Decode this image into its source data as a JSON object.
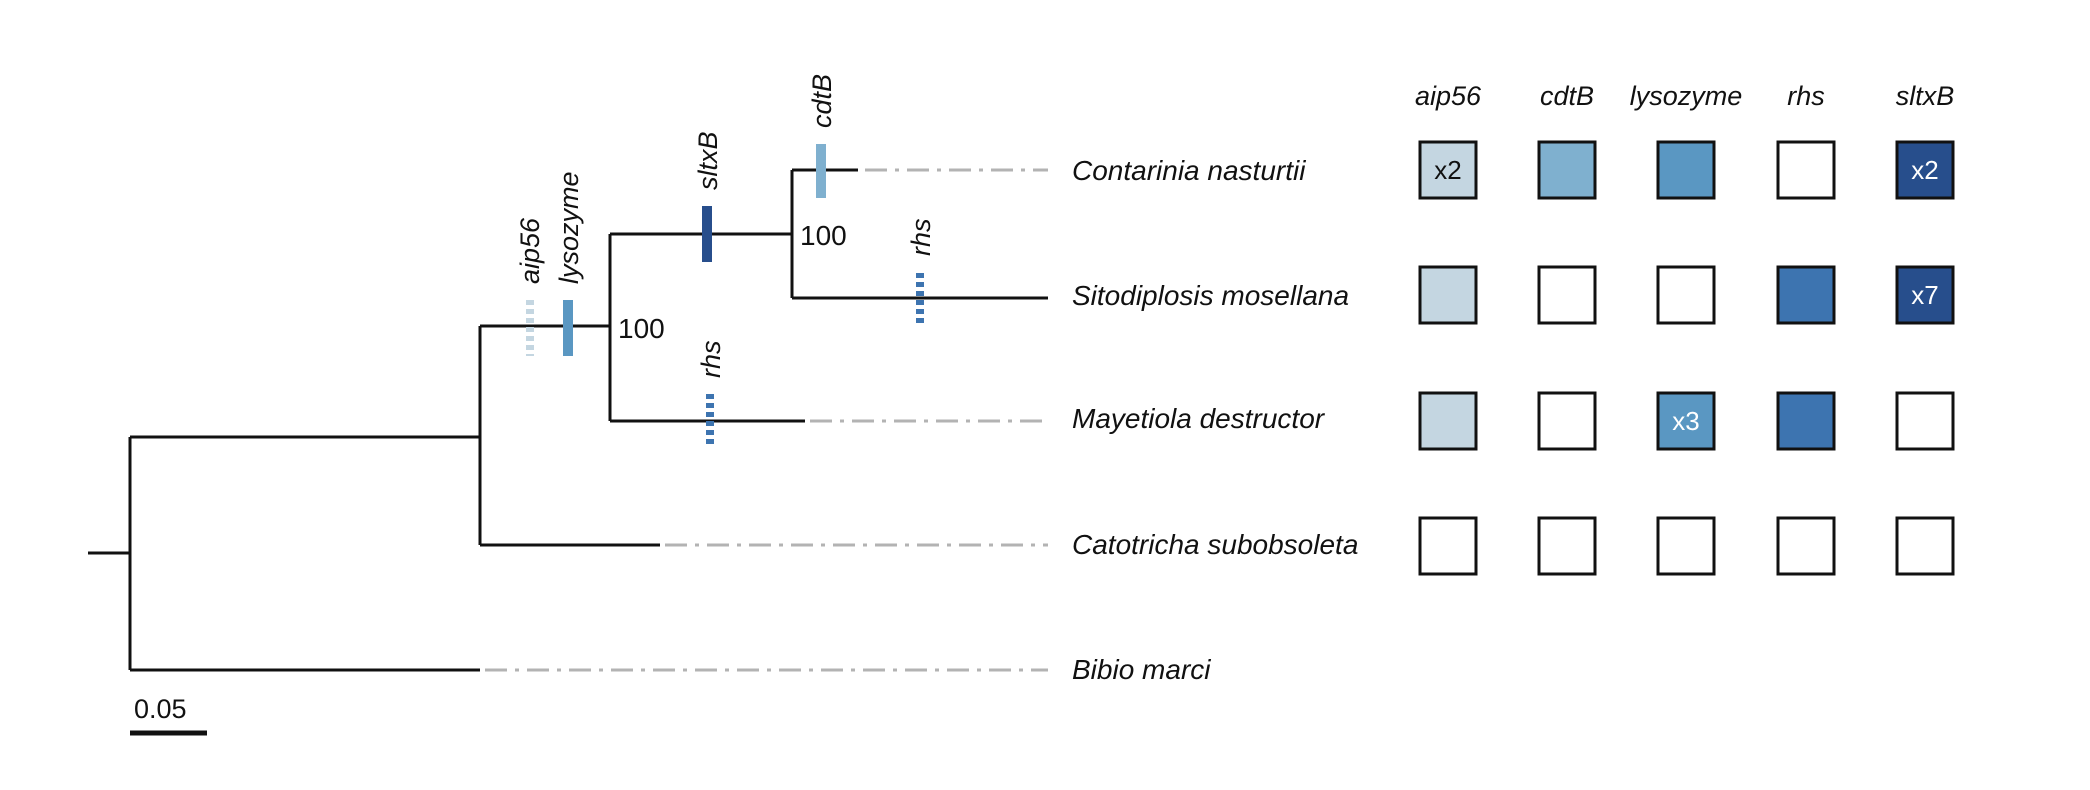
{
  "colors": {
    "branch": "#111111",
    "extension": "#b3b3b3",
    "aip56": "#c4d6e1",
    "cdtB": "#7fb0cf",
    "lysozyme": "#5a97c2",
    "rhs": "#3d74b0",
    "sltxB": "#274e8c",
    "empty": "#ffffff"
  },
  "scale_bar": {
    "label": "0.05"
  },
  "taxa": [
    {
      "id": "cn",
      "name": "Contarinia nasturtii"
    },
    {
      "id": "sm",
      "name": "Sitodiplosis mosellana"
    },
    {
      "id": "md",
      "name": "Mayetiola destructor"
    },
    {
      "id": "cs",
      "name": "Catotricha subobsoleta"
    },
    {
      "id": "bm",
      "name": "Bibio marci"
    }
  ],
  "bootstrap": [
    {
      "node": "cn_sm",
      "value": "100"
    },
    {
      "node": "cn_sm_md",
      "value": "100"
    }
  ],
  "gene_gains": [
    {
      "gene": "aip56",
      "label": "aip56",
      "branch": "to_cecidomyiid_clade",
      "style": "dashed"
    },
    {
      "gene": "lysozyme",
      "label": "lysozyme",
      "branch": "to_cecidomyiid_clade",
      "style": "solid"
    },
    {
      "gene": "sltxB",
      "label": "sltxB",
      "branch": "to_cn_sm",
      "style": "solid"
    },
    {
      "gene": "cdtB",
      "label": "cdtB",
      "branch": "to_cn",
      "style": "solid"
    },
    {
      "gene": "rhs",
      "label": "rhs",
      "branch": "to_sm",
      "style": "dashed"
    },
    {
      "gene": "rhs",
      "label": "rhs",
      "branch": "to_md",
      "style": "dashed"
    }
  ],
  "matrix": {
    "columns": [
      "aip56",
      "cdtB",
      "lysozyme",
      "rhs",
      "sltxB"
    ],
    "rows": [
      {
        "taxon": "Contarinia nasturtii",
        "cells": [
          {
            "on": true,
            "text": "x2"
          },
          {
            "on": true,
            "text": ""
          },
          {
            "on": true,
            "text": ""
          },
          {
            "on": false,
            "text": ""
          },
          {
            "on": true,
            "text": "x2"
          }
        ]
      },
      {
        "taxon": "Sitodiplosis mosellana",
        "cells": [
          {
            "on": true,
            "text": ""
          },
          {
            "on": false,
            "text": ""
          },
          {
            "on": false,
            "text": ""
          },
          {
            "on": true,
            "text": ""
          },
          {
            "on": true,
            "text": "x7"
          }
        ]
      },
      {
        "taxon": "Mayetiola destructor",
        "cells": [
          {
            "on": true,
            "text": ""
          },
          {
            "on": false,
            "text": ""
          },
          {
            "on": true,
            "text": "x3"
          },
          {
            "on": true,
            "text": ""
          },
          {
            "on": false,
            "text": ""
          }
        ]
      },
      {
        "taxon": "Catotricha subobsoleta",
        "cells": [
          {
            "on": false,
            "text": ""
          },
          {
            "on": false,
            "text": ""
          },
          {
            "on": false,
            "text": ""
          },
          {
            "on": false,
            "text": ""
          },
          {
            "on": false,
            "text": ""
          }
        ]
      }
    ]
  }
}
